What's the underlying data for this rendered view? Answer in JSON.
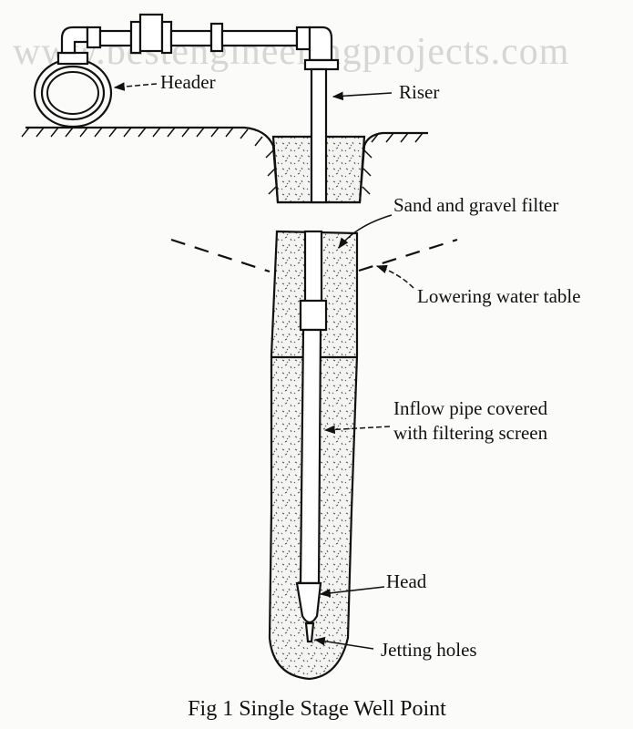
{
  "watermark": "www.bestengineeringprojects.com",
  "labels": {
    "header": "Header",
    "riser": "Riser",
    "filter": "Sand and gravel filter",
    "water_table": "Lowering water table",
    "inflow_line1": "Inflow pipe covered",
    "inflow_line2": "with filtering screen",
    "head": "Head",
    "jetting": "Jetting holes"
  },
  "caption": "Fig 1 Single Stage Well Point"
}
